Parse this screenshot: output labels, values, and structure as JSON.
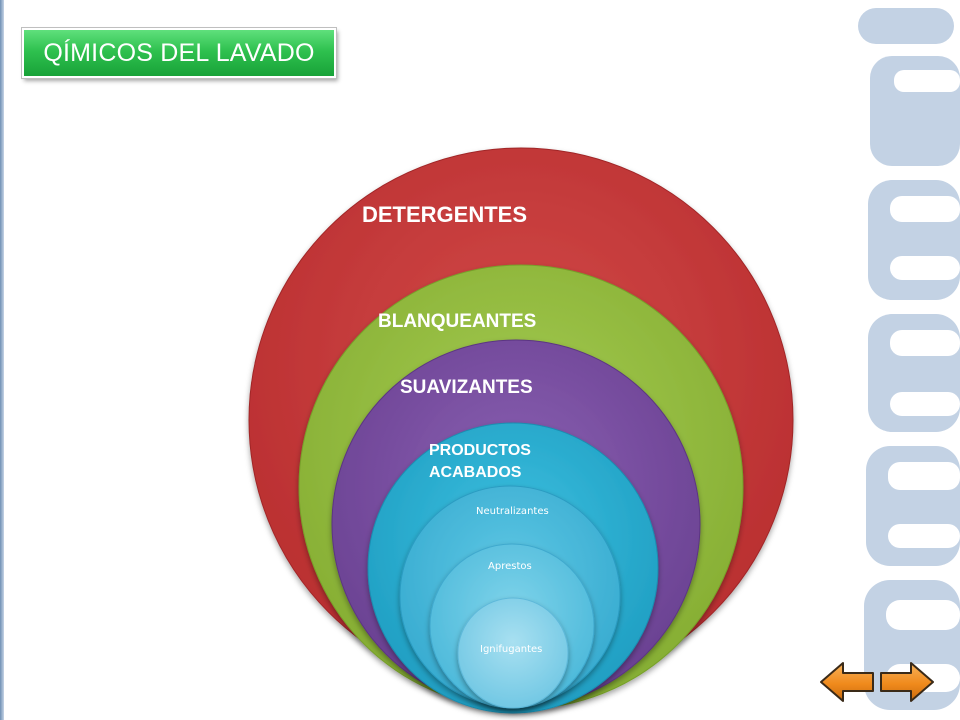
{
  "title": "QÍMICOS DEL LAVADO",
  "colors": {
    "title_green": "#2fc14f",
    "detergentes": "#c8393a",
    "blanqueantes": "#93bb3d",
    "suavizantes": "#7a4fa0",
    "productos": "#2fb0d2",
    "inner": "#4bb8d8",
    "brand": "#c3d2e4",
    "nav_orange": "#f08a1c"
  },
  "diagram": {
    "rings": [
      {
        "label": "DETERGENTES"
      },
      {
        "label": "BLANQUEANTES"
      },
      {
        "label": "SUAVIZANTES"
      },
      {
        "label_line1": "PRODUCTOS",
        "label_line2": "ACABADOS"
      },
      {
        "label": "Neutralizantes"
      },
      {
        "label": "Aprestos"
      },
      {
        "label": "Ignifugantes"
      }
    ]
  },
  "navigation": {
    "prev_icon": "arrow-left-icon",
    "next_icon": "arrow-right-icon"
  }
}
